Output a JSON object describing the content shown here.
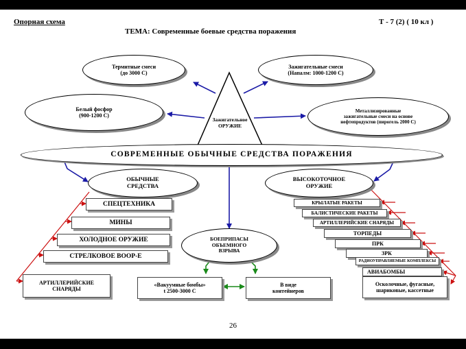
{
  "header": {
    "left": "Опорная схема",
    "right": "Т - 7 (2) ( 10 кл )",
    "title": "ТЕМА: Современные боевые средства поражения"
  },
  "center": {
    "banner": "СОВРЕМЕННЫЕ ОБЫЧНЫЕ СРЕДСТВА ПОРАЖЕНИЯ",
    "pyramid_l1": "Зажигательное",
    "pyramid_l2": "ОРУЖИЕ"
  },
  "incendiary": {
    "termite": {
      "l1": "Термитные смеси",
      "l2": "(до 3000 С)"
    },
    "napalm": {
      "l1": "Зажигательные смеси",
      "l2": "(Напалм: 1000-1200 С)"
    },
    "phosphorus": {
      "l1": "Белый фосфор",
      "l2": "(900-1200 С)"
    },
    "metallized": {
      "l1": "Металлизированные",
      "l2": "зажигательные смеси на основе",
      "l3": "нефтепродуктов (пирогель 2000 С)"
    }
  },
  "conventional": {
    "title_l1": "ОБЫЧНЫЕ",
    "title_l2": "СРЕДСТВА",
    "items": [
      "СПЕЦТЕХНИКА",
      "МИНЫ",
      "ХОЛОДНОЕ ОРУЖИЕ",
      "СТРЕЛКОВОЕ ВООР-Е"
    ],
    "artillery_l1": "АРТИЛЛЕРИЙСКИЕ",
    "artillery_l2": "СНАРЯДЫ"
  },
  "precision": {
    "title_l1": "ВЫСОКОТОЧНОЕ",
    "title_l2": "ОРУЖИЕ",
    "items": [
      "КРЫЛАТЫЕ РАКЕТЫ",
      "БАЛИСТИЧЕСКИЕ РАКЕТЫ",
      "АРТИЛЛЕРИЙСКИЕ СНАРЯДЫ",
      "ТОРПЕДЫ",
      "ПРК",
      "ЗРК",
      "РАДИОУПРАВЛЯЕМЫЕ КОМПЛЕКСЫ",
      "АВИАБОМБЫ"
    ],
    "bombs_l1": "Осколочные, фугасные,",
    "bombs_l2": "шариковые, кассетные"
  },
  "volume": {
    "title_l1": "БОЕПРИПАСЫ",
    "title_l2": "ОБЪЕМНОГО",
    "title_l3": "ВЗРЫВА",
    "vacuum_l1": "«Вакуумные бомбы»",
    "vacuum_l2": "t 2500-3000 С",
    "container_l1": "В виде",
    "container_l2": "контейнеров"
  },
  "page_number": "26",
  "colors": {
    "blue_arrow": "#1a1aa6",
    "red_arrow": "#cc1111",
    "green_arrow": "#1a8a1a"
  }
}
